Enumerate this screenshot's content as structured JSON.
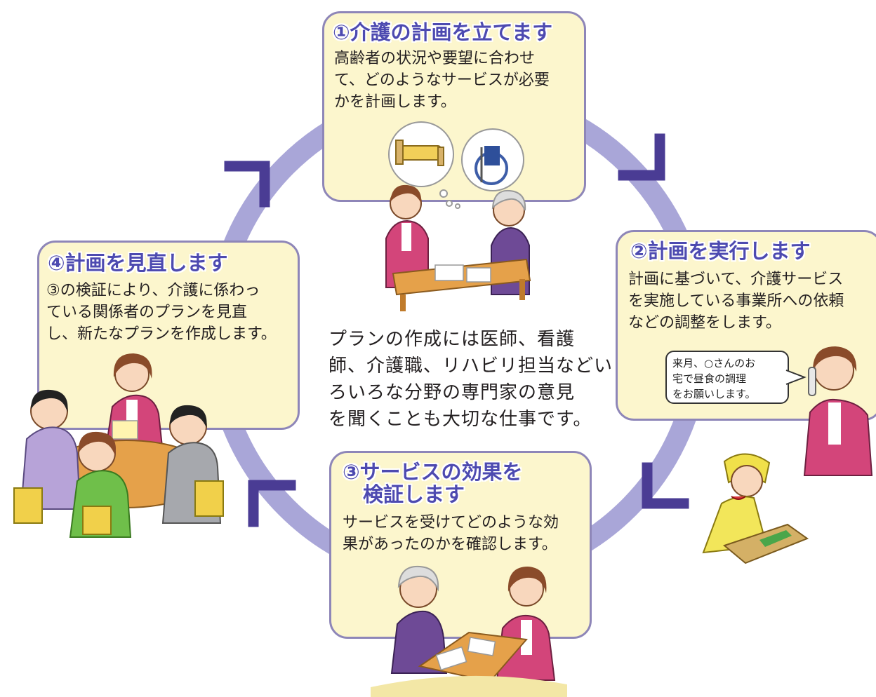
{
  "colors": {
    "ring": "#a9a6d8",
    "arrow": "#4a3c94",
    "card_fill": "#fcf6cd",
    "card_border": "#8e86b8",
    "title": "#4d4ab0",
    "text": "#231f20"
  },
  "steps": [
    {
      "title": "①介護の計画を立てます",
      "body": "高齢者の状況や要望に合わせ\nて、どのようなサービスが必要\nかを計画します。"
    },
    {
      "title": "②計画を実行します",
      "body": "計画に基づいて、介護サービス\nを実施している事業所への依頼\nなどの調整をします。",
      "speech": "来月、○さんのお\n宅で昼食の調理\nをお願いします。"
    },
    {
      "title": "③サービスの効果を\n　検証します",
      "body": "サービスを受けてどのような効\n果があったのかを確認します。"
    },
    {
      "title": "④計画を見直します",
      "body": "③の検証により、介護に係わっ\nている関係者のプランを見直\nし、新たなプランを作成します。"
    }
  ],
  "center_text": "プランの作成には医師、看護\n師、介護職、リハビリ担当などい\nろいろな分野の専門家の意見\nを聞くことも大切な仕事です。",
  "illustrations": {
    "step1": [
      "bed-icon",
      "wheelchair-icon",
      "care-manager",
      "elderly-woman",
      "table"
    ],
    "step2": [
      "phone-caller",
      "cooking-helper"
    ],
    "step3": [
      "elderly-woman",
      "care-manager",
      "table"
    ],
    "step4": [
      "meeting-table",
      "care-manager",
      "participants"
    ]
  }
}
